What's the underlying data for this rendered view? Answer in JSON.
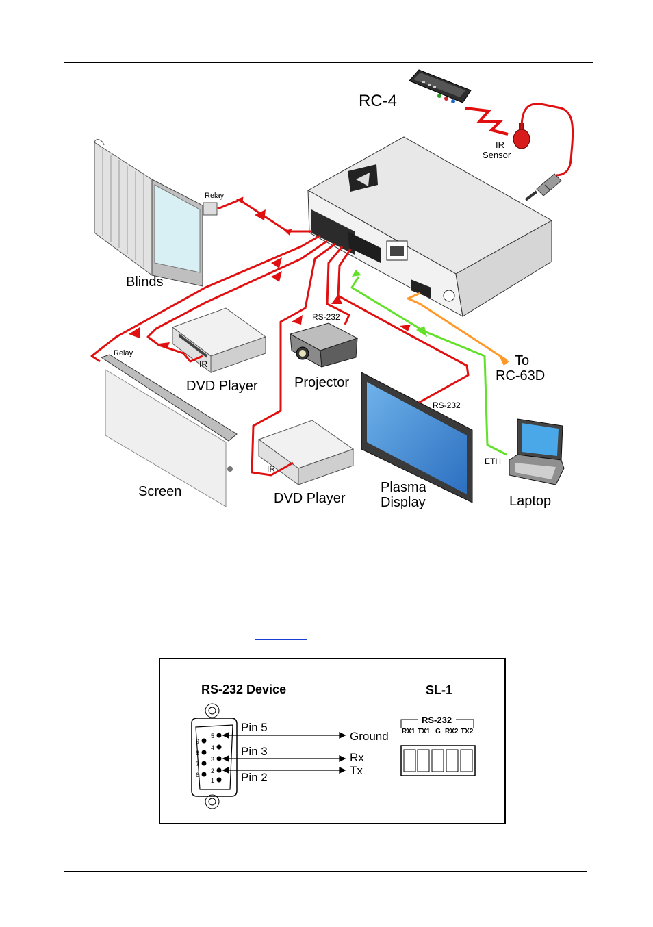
{
  "page": {
    "colors": {
      "red_cable": "#e01010",
      "green_cable": "#63e02b",
      "orange_cable": "#ff9a2a",
      "ink": "#000000"
    }
  },
  "diagram": {
    "remote_label": "RC-4",
    "ir_sensor_label": [
      "IR",
      "Sensor"
    ],
    "blinds_label": "Blinds",
    "relay_label_top": "Relay",
    "relay_label_screen": "Relay",
    "dvd_player_label_1": "DVD Player",
    "dvd_player_label_2": "DVD Player",
    "ir_label_1": "IR",
    "ir_label_2": "IR",
    "projector_label": "Projector",
    "rs232_label_projector": "RS-232",
    "rs232_label_plasma": "RS-232",
    "screen_label": "Screen",
    "plasma_label": [
      "Plasma",
      "Display"
    ],
    "to_label": [
      "To",
      "RC-63D"
    ],
    "eth_label": "ETH",
    "laptop_label": "Laptop"
  },
  "pinout": {
    "device_title": "RS-232 Device",
    "sl1_title": "SL-1",
    "rs232_header": "RS-232",
    "terminals": [
      "RX1",
      "TX1",
      "G",
      "RX2",
      "TX2"
    ],
    "pins_upper": [
      "5",
      "4",
      "3",
      "2",
      "1"
    ],
    "pins_lower": [
      "9",
      "8",
      "7",
      "6"
    ],
    "connections": [
      {
        "pin": "Pin 5",
        "signal": "Ground"
      },
      {
        "pin": "Pin 3",
        "signal": "Rx"
      },
      {
        "pin": "Pin 2",
        "signal": "Tx"
      }
    ]
  }
}
